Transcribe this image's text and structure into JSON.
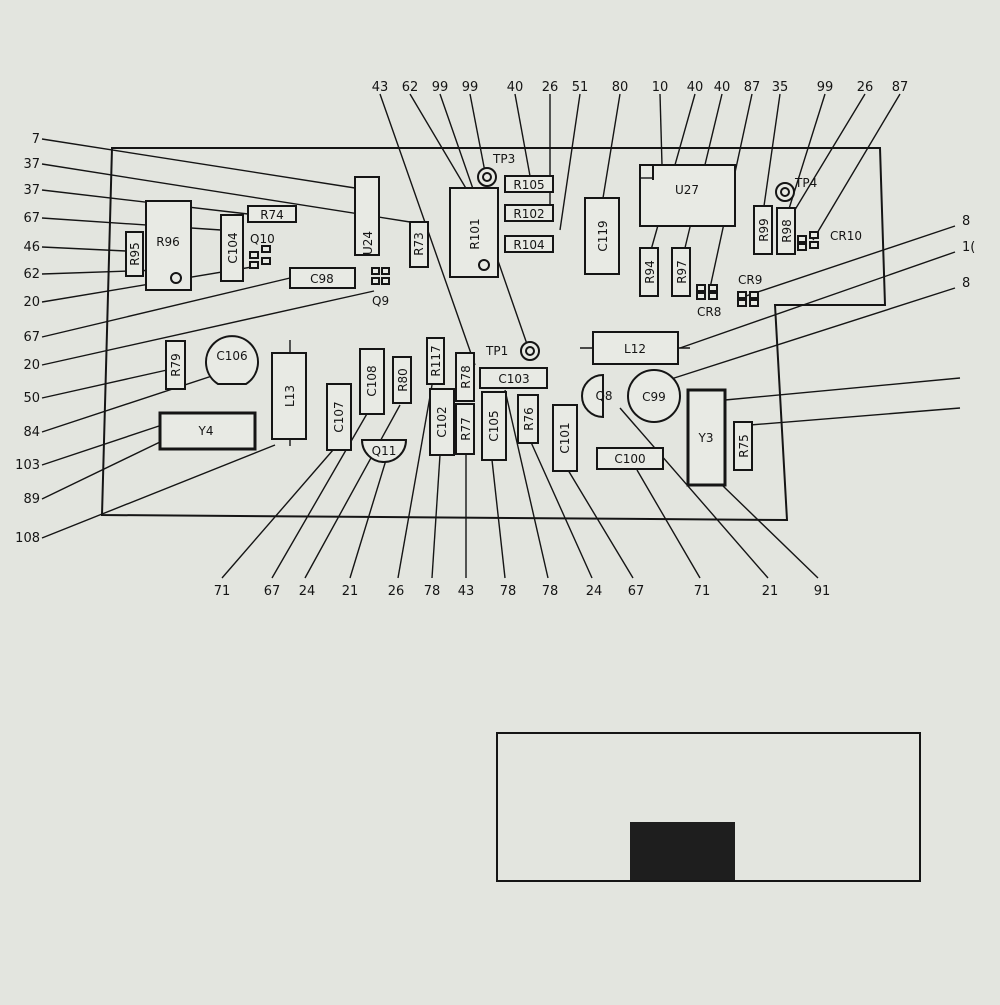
{
  "diagram": {
    "components": [
      {
        "id": "R96",
        "label": "R96"
      },
      {
        "id": "R95",
        "label": "R95"
      },
      {
        "id": "C104",
        "label": "C104"
      },
      {
        "id": "Q10",
        "label": "Q10"
      },
      {
        "id": "R74",
        "label": "R74"
      },
      {
        "id": "C98",
        "label": "C98"
      },
      {
        "id": "Q9",
        "label": "Q9"
      },
      {
        "id": "U24",
        "label": "U24"
      },
      {
        "id": "R73",
        "label": "R73"
      },
      {
        "id": "R101",
        "label": "R101"
      },
      {
        "id": "TP3",
        "label": "TP3"
      },
      {
        "id": "R105",
        "label": "R105"
      },
      {
        "id": "R102",
        "label": "R102"
      },
      {
        "id": "R104",
        "label": "R104"
      },
      {
        "id": "C119",
        "label": "C119"
      },
      {
        "id": "U27",
        "label": "U27"
      },
      {
        "id": "R94",
        "label": "R94"
      },
      {
        "id": "R97",
        "label": "R97"
      },
      {
        "id": "CR8",
        "label": "CR8"
      },
      {
        "id": "CR9",
        "label": "CR9"
      },
      {
        "id": "R99",
        "label": "R99"
      },
      {
        "id": "R98",
        "label": "R98"
      },
      {
        "id": "TP4",
        "label": "TP4"
      },
      {
        "id": "CR10",
        "label": "CR10"
      },
      {
        "id": "R79",
        "label": "R79"
      },
      {
        "id": "C106",
        "label": "C106"
      },
      {
        "id": "L13",
        "label": "L13"
      },
      {
        "id": "Y4",
        "label": "Y4"
      },
      {
        "id": "C107",
        "label": "C107"
      },
      {
        "id": "C108",
        "label": "C108"
      },
      {
        "id": "R80",
        "label": "R80"
      },
      {
        "id": "Q11",
        "label": "Q11"
      },
      {
        "id": "R117",
        "label": "R117"
      },
      {
        "id": "R78",
        "label": "R78"
      },
      {
        "id": "C102",
        "label": "C102"
      },
      {
        "id": "R77",
        "label": "R77"
      },
      {
        "id": "TP1",
        "label": "TP1"
      },
      {
        "id": "C103",
        "label": "C103"
      },
      {
        "id": "C105",
        "label": "C105"
      },
      {
        "id": "R76",
        "label": "R76"
      },
      {
        "id": "C101",
        "label": "C101"
      },
      {
        "id": "L12",
        "label": "L12"
      },
      {
        "id": "Q8",
        "label": "Q8"
      },
      {
        "id": "C99",
        "label": "C99"
      },
      {
        "id": "C100",
        "label": "C100"
      },
      {
        "id": "Y3",
        "label": "Y3"
      },
      {
        "id": "R75",
        "label": "R75"
      }
    ],
    "callouts_top": [
      "43",
      "62",
      "99",
      "99",
      "40",
      "26",
      "51",
      "80",
      "10",
      "40",
      "40",
      "87",
      "35",
      "99",
      "26",
      "87"
    ],
    "callouts_left": [
      "7",
      "37",
      "37",
      "67",
      "46",
      "62",
      "20",
      "67",
      "20",
      "50",
      "84",
      "103",
      "89",
      "108"
    ],
    "callouts_right": [
      "8",
      "1(",
      "8",
      "",
      ""
    ],
    "callouts_bottom": [
      "71",
      "67",
      "24",
      "21",
      "26",
      "78",
      "43",
      "78",
      "78",
      "24",
      "67",
      "71",
      "21",
      "91"
    ]
  }
}
